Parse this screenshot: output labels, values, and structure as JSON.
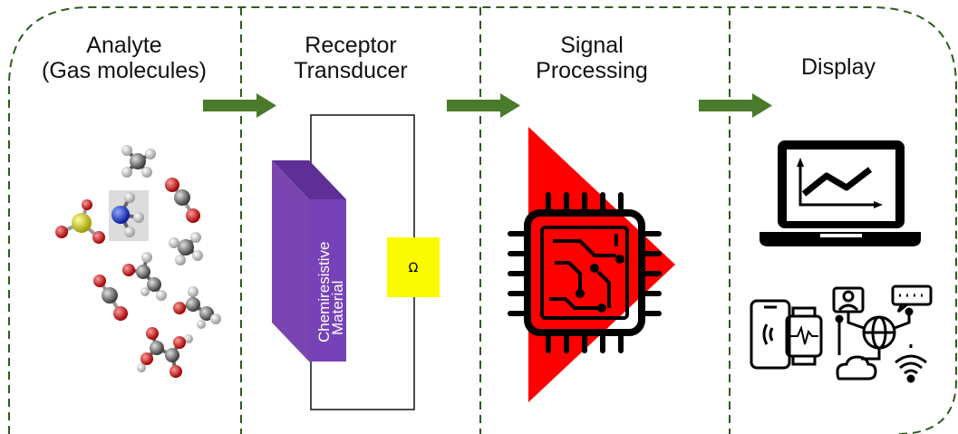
{
  "stages": [
    {
      "line1": "Analyte",
      "line2": "(Gas molecules)"
    },
    {
      "line1": "Receptor",
      "line2": "Transducer"
    },
    {
      "line1": "Signal",
      "line2": "Processing"
    },
    {
      "line1": "Display",
      "line2": ""
    }
  ],
  "material": {
    "line1": "Chemiresistive",
    "line2": "Material"
  },
  "meter": {
    "symbol": "Ω"
  },
  "colors": {
    "border": "#2f5a1f",
    "arrow": "#4a7a2c",
    "material_front": "#7a45b0",
    "material_side": "#4d2285",
    "material_top": "#5e2f96",
    "meter": "#fbfb00",
    "triangle": "#ff0000",
    "icon": "#000000"
  },
  "icons": [
    "molecules",
    "chip-icon",
    "laptop-chart-icon",
    "smartphone-smartwatch-icon",
    "network-user-cloud-wifi-icon"
  ]
}
